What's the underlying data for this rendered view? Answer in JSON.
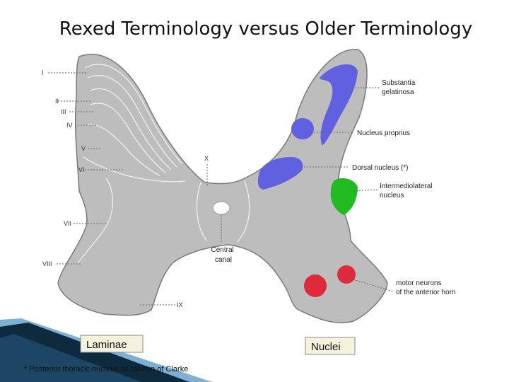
{
  "title": "Rexed Terminology versus Older Terminology",
  "laminae": [
    "I",
    "II",
    "III",
    "IV",
    "V",
    "VI",
    "VII",
    "VIII",
    "IX",
    "X"
  ],
  "nuclei": {
    "substantia_gelatinosa": [
      "Substantia",
      "gelatinosa"
    ],
    "nucleus_proprius": "Nucleus proprius",
    "dorsal_nucleus": "Dorsal nucleus (*)",
    "intermediolateral_nucleus": [
      "Intermediolateral",
      "nucleus"
    ],
    "motor_neurons": [
      "motor neurons",
      "of the anterior horn"
    ],
    "central_canal": [
      "Central",
      "canal"
    ]
  },
  "legend": {
    "laminae_box": "Laminae",
    "nuclei_box": "Nuclei"
  },
  "footnote": "* Posterior thoracic nucleus or column of Clarke",
  "colors": {
    "gray_matter": "#bdbdbd",
    "nucleus_blue": "#6060e0",
    "nucleus_green": "#22bb22",
    "nucleus_red": "#dd2b3c",
    "label_box_fill": "#f6f3dc",
    "arrow_dark": "#0e2a3e",
    "arrow_light": "#7fb0d4"
  }
}
